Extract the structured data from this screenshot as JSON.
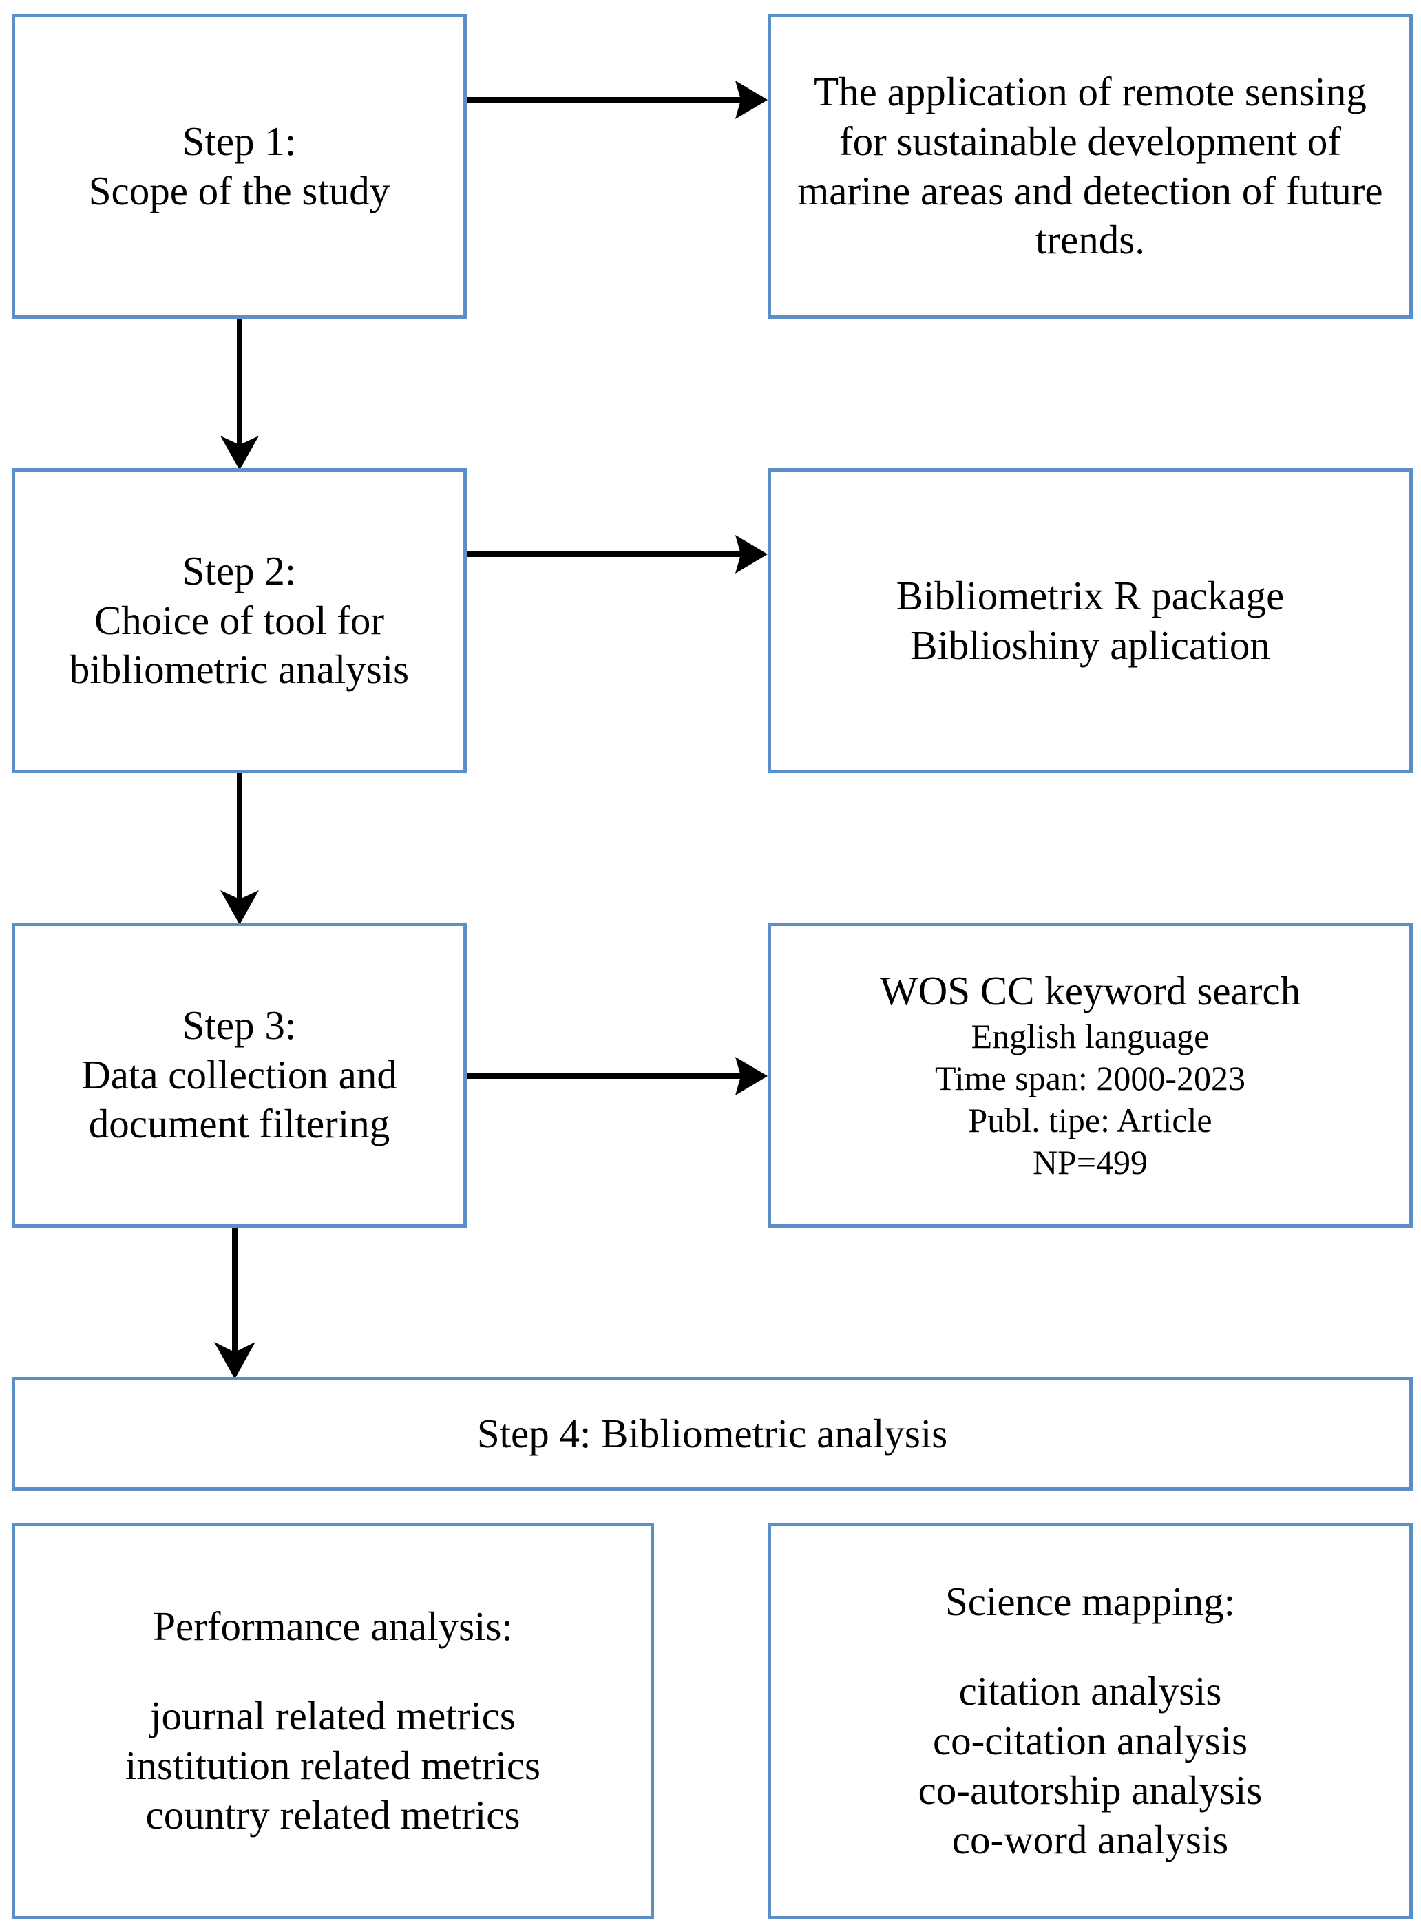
{
  "diagram": {
    "title": "Bibliometric research methodology flowchart",
    "border_color": "#5b8fc7",
    "arrow_color": "#000000",
    "background": "#ffffff"
  },
  "steps": [
    {
      "id": "step1",
      "label_line1": "Step 1:",
      "label_line2": "Scope of the study"
    },
    {
      "id": "step2",
      "label_line1": "Step 2:",
      "label_line2": "Choice of tool for",
      "label_line3": "bibliometric analysis"
    },
    {
      "id": "step3",
      "label_line1": "Step 3:",
      "label_line2": "Data collection and",
      "label_line3": "document filtering"
    },
    {
      "id": "step4",
      "label": "Step 4: Bibliometric analysis"
    }
  ],
  "details": {
    "scope": {
      "text": "The application of remote sensing for sustainable development of marine areas and detection of future trends."
    },
    "tool": {
      "line1": "Bibliometrix R package",
      "line2": "Biblioshiny aplication"
    },
    "search": {
      "headline": "WOS CC keyword search",
      "line2": "English language",
      "line3": "Time span: 2000-2023",
      "line4": "Publ. tipe: Article",
      "line5": "NP=499"
    }
  },
  "outcomes": {
    "performance": {
      "heading": "Performance analysis:",
      "items": [
        "journal related metrics",
        "institution related metrics",
        "country related metrics"
      ]
    },
    "science_mapping": {
      "heading": "Science mapping:",
      "items": [
        "citation analysis",
        "co-citation analysis",
        "co-autorship analysis",
        "co-word analysis"
      ]
    }
  },
  "connectors": [
    {
      "id": "step1-to-scope",
      "kind": "arrow-right",
      "from": "step1",
      "to": "scope"
    },
    {
      "id": "step1-to-step2",
      "kind": "arrow-down",
      "from": "step1",
      "to": "step2"
    },
    {
      "id": "step2-to-tool",
      "kind": "arrow-right",
      "from": "step2",
      "to": "tool"
    },
    {
      "id": "step2-to-step3",
      "kind": "arrow-down",
      "from": "step2",
      "to": "step3"
    },
    {
      "id": "step3-to-search",
      "kind": "arrow-right",
      "from": "step3",
      "to": "search"
    },
    {
      "id": "step3-to-step4",
      "kind": "arrow-down",
      "from": "step3",
      "to": "step4"
    }
  ]
}
